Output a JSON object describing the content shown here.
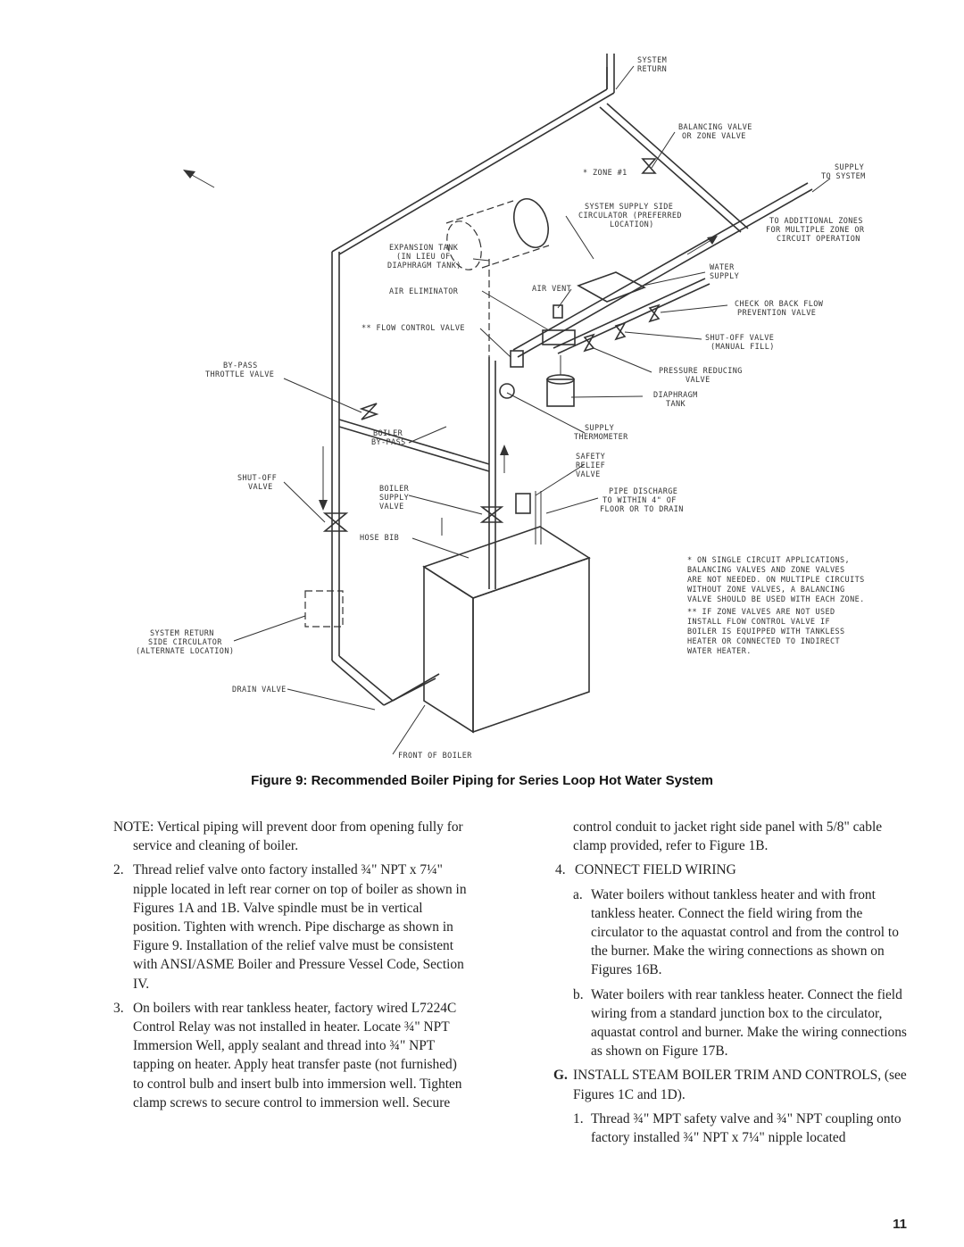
{
  "diagram": {
    "labels": {
      "system_return": "SYSTEM\nRETURN",
      "balancing_valve": "BALANCING VALVE\nOR ZONE VALVE",
      "zone1": "* ZONE #1",
      "supply_to_system": "SUPPLY\nTO SYSTEM",
      "to_additional_zones": "TO ADDITIONAL ZONES\nFOR MULTIPLE ZONE OR\nCIRCUIT OPERATION",
      "system_supply_circulator": "SYSTEM SUPPLY SIDE\nCIRCULATOR (PREFERRED\nLOCATION)",
      "expansion_tank": "EXPANSION TANK\n(IN LIEU OF\nDIAPHRAGM TANK)",
      "water_supply": "WATER\nSUPPLY",
      "air_eliminator": "AIR ELIMINATOR",
      "air_vent": "AIR VENT",
      "check_valve": "CHECK OR BACK FLOW\nPREVENTION VALVE",
      "flow_control_valve": "** FLOW CONTROL VALVE",
      "shutoff_manual_fill": "SHUT-OFF VALVE\n(MANUAL FILL)",
      "pressure_reducing": "PRESSURE REDUCING\nVALVE",
      "bypass_throttle": "BY-PASS\nTHROTTLE VALVE",
      "diaphragm_tank": "DIAPHRAGM\nTANK",
      "boiler_bypass": "BOILER\nBY-PASS",
      "supply_thermometer": "SUPPLY\nTHERMOMETER",
      "safety_relief": "SAFETY\nRELIEF\nVALVE",
      "shutoff_valve": "SHUT-OFF\nVALVE",
      "boiler_supply_valve": "BOILER\nSUPPLY\nVALVE",
      "pipe_discharge": "PIPE DISCHARGE\nTO WITHIN 4\" OF\nFLOOR OR TO DRAIN",
      "hose_bib": "HOSE BIB",
      "note_star": "* ON SINGLE CIRCUIT APPLICATIONS,\nBALANCING VALVES AND ZONE VALVES\nARE NOT NEEDED. ON MULTIPLE CIRCUITS\nWITHOUT ZONE VALVES, A BALANCING\nVALVE SHOULD BE USED WITH EACH ZONE.",
      "note_dstar": "** IF ZONE VALVES ARE NOT USED\nINSTALL FLOW CONTROL VALVE IF\nBOILER IS EQUIPPED WITH TANKLESS\nHEATER OR CONNECTED TO INDIRECT\nWATER HEATER.",
      "system_return_circulator": "SYSTEM RETURN\nSIDE CIRCULATOR\n(ALTERNATE LOCATION)",
      "drain_valve": "DRAIN VALVE",
      "front_of_boiler": "FRONT OF BOILER"
    }
  },
  "caption": "Figure 9:  Recommended Boiler Piping for Series Loop Hot Water System",
  "left": {
    "note": "NOTE:  Vertical piping will prevent door from opening fully for service and cleaning of boiler.",
    "item2_num": "2.",
    "item2": "Thread relief valve onto factory installed ¾\" NPT x 7¼\" nipple located in left rear corner on top of boiler as shown in Figures 1A and 1B.  Valve spindle must be in vertical position.  Tighten with wrench.  Pipe discharge as shown in Figure 9. Installation of the relief valve must be consistent with ANSI/ASME Boiler and Pressure Vessel Code, Section IV.",
    "item3_num": "3.",
    "item3": "On boilers with rear tankless heater, factory wired L7224C Control Relay was not installed in heater. Locate ¾\" NPT Immersion Well, apply sealant and thread into ¾\" NPT tapping on heater.  Apply heat transfer paste (not furnished) to control bulb and insert bulb into immersion well.  Tighten clamp screws to secure control to immersion well.  Secure"
  },
  "right": {
    "cont": "control conduit to jacket right side panel with 5/8\" cable clamp provided, refer to Figure 1B.",
    "item4_num": "4.",
    "item4": "CONNECT FIELD WIRING",
    "a_num": "a.",
    "a": "Water boilers without tankless heater and with front tankless heater.  Connect the field wiring from the circulator to the aquastat control and from the control to the burner.  Make the wiring connections as shown on Figures 16B.",
    "b_num": "b.",
    "b": "Water boilers with rear tankless heater.  Connect the field wiring from a standard junction box to the circulator, aquastat control and burner.  Make the wiring connections as shown on Figure 17B.",
    "g_num": "G.",
    "g": "INSTALL STEAM BOILER TRIM AND CONTROLS, (see Figures 1C and 1D).",
    "g1_num": "1.",
    "g1": "Thread ¾\" MPT safety valve and ¾\" NPT coupling onto factory installed ¾\" NPT x 7¼\" nipple located"
  },
  "page_number": "11"
}
